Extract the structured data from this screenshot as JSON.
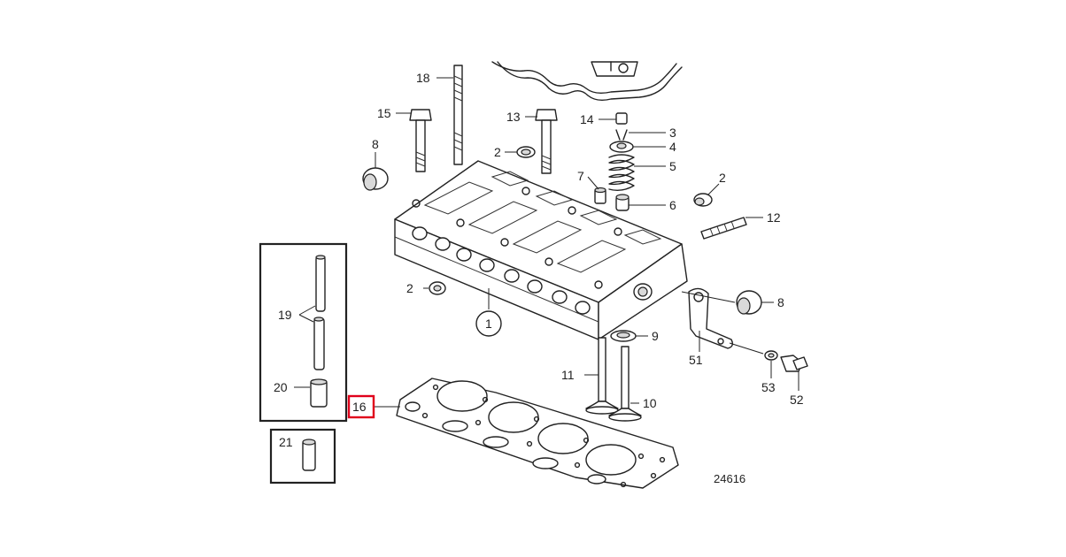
{
  "diagram": {
    "figure_number": "24616",
    "highlight_color": "#e0001b",
    "highlighted_callout": "16",
    "callouts": {
      "c1": "1",
      "c2a": "2",
      "c2b": "2",
      "c2c": "2",
      "c3": "3",
      "c4": "4",
      "c5": "5",
      "c6": "6",
      "c7": "7",
      "c8a": "8",
      "c8b": "8",
      "c9": "9",
      "c10": "10",
      "c11": "11",
      "c12": "12",
      "c13": "13",
      "c14": "14",
      "c15": "15",
      "c16": "16",
      "c18": "18",
      "c19": "19",
      "c20": "20",
      "c21": "21",
      "c51": "51",
      "c52": "52",
      "c53": "53"
    }
  }
}
